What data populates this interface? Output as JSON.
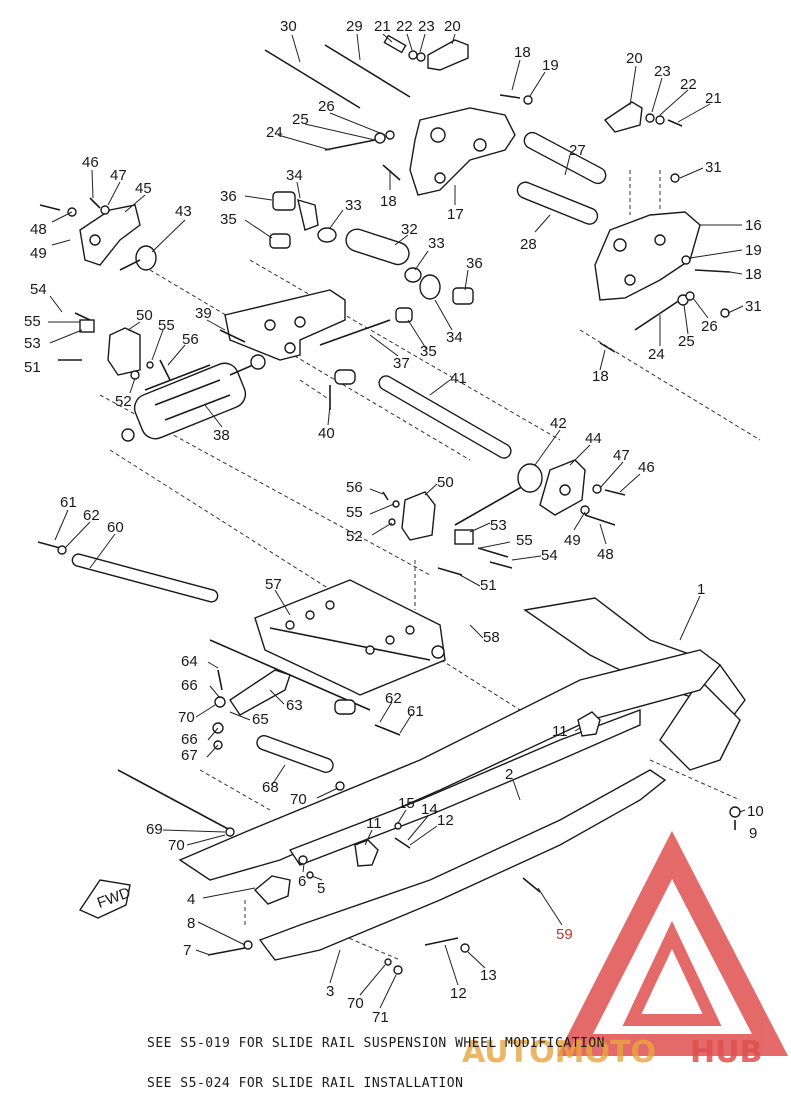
{
  "notes": {
    "slide_rail_wheel_mod": "SEE S5-019 FOR SLIDE RAIL SUSPENSION WHEEL MODIFICATION",
    "slide_rail_install": "SEE S5-024 FOR SLIDE RAIL INSTALLATION"
  },
  "direction_arrow": "FWD",
  "watermark": {
    "word1": "AUTOMOTO",
    "word2": "HUB",
    "color": "#e05050"
  },
  "callouts": {
    "c30": "30",
    "c29": "29",
    "c21a": "21",
    "c22a": "22",
    "c23a": "23",
    "c20a": "20",
    "c18a": "18",
    "c19a": "19",
    "c26a": "26",
    "c25a": "25",
    "c24a": "24",
    "c18b": "18",
    "c17": "17",
    "c27": "27",
    "c28": "28",
    "c20b": "20",
    "c23b": "23",
    "c22b": "22",
    "c21b": "21",
    "c31a": "31",
    "c16": "16",
    "c19b": "19",
    "c18c": "18",
    "c31b": "31",
    "c26b": "26",
    "c25b": "25",
    "c24b": "24",
    "c18d": "18",
    "c46a": "46",
    "c47a": "47",
    "c45": "45",
    "c48a": "48",
    "c49a": "49",
    "c43": "43",
    "c34a": "34",
    "c36a": "36",
    "c35a": "35",
    "c33a": "33",
    "c32": "32",
    "c33b": "33",
    "c36b": "36",
    "c34b": "34",
    "c35b": "35",
    "c37": "37",
    "c54a": "54",
    "c55a": "55",
    "c53a": "53",
    "c50a": "50",
    "c55b": "55",
    "c56a": "56",
    "c51a": "51",
    "c52a": "52",
    "c39": "39",
    "c38": "38",
    "c40": "40",
    "c41": "41",
    "c42": "42",
    "c44": "44",
    "c47b": "47",
    "c46b": "46",
    "c49b": "49",
    "c48b": "48",
    "c56b": "56",
    "c50b": "50",
    "c55c": "55",
    "c52b": "52",
    "c53b": "53",
    "c55d": "55",
    "c54b": "54",
    "c51b": "51",
    "c61a": "61",
    "c62a": "62",
    "c60": "60",
    "c57": "57",
    "c58": "58",
    "c1": "1",
    "c64": "64",
    "c66a": "66",
    "c70a": "70",
    "c65": "65",
    "c66b": "66",
    "c67": "67",
    "c63": "63",
    "c62b": "62",
    "c61b": "61",
    "c11a": "11",
    "c68": "68",
    "c70b": "70",
    "c2": "2",
    "c10": "10",
    "c9": "9",
    "c69": "69",
    "c70c": "70",
    "c15": "15",
    "c14": "14",
    "c12a": "12",
    "c11b": "11",
    "c6": "6",
    "c5": "5",
    "c4": "4",
    "c59": "59",
    "c8": "8",
    "c7": "7",
    "c13": "13",
    "c3": "3",
    "c12b": "12",
    "c70d": "70",
    "c71": "71"
  }
}
